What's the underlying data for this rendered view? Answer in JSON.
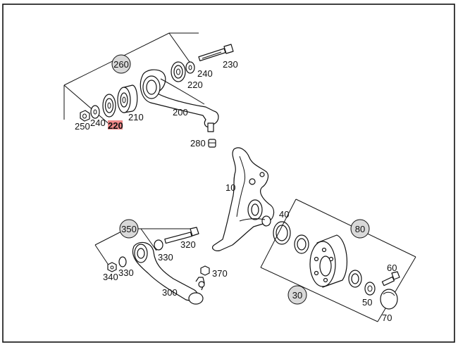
{
  "diagram": {
    "highlight_color": "#f08a8a",
    "bubble_color": "#d9d9d9",
    "labels": {
      "p260": "260",
      "p230": "230",
      "p240a": "240",
      "p220a": "220",
      "p250": "250",
      "p240b": "240",
      "p220b": "220",
      "p210": "210",
      "p200": "200",
      "p280": "280",
      "p10": "10",
      "p40": "40",
      "p80": "80",
      "p350": "350",
      "p320": "320",
      "p330a": "330",
      "p340": "340",
      "p330b": "330",
      "p370": "370",
      "p300": "300",
      "p30": "30",
      "p60": "60",
      "p50": "50",
      "p70": "70"
    }
  }
}
